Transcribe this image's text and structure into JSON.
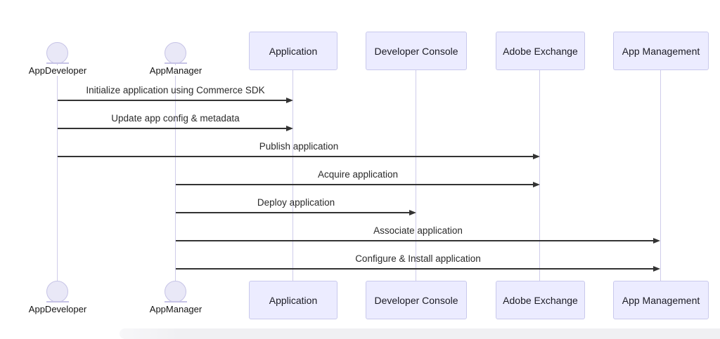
{
  "diagram": {
    "kind": "sequence-diagram",
    "actors": [
      {
        "name": "AppDeveloper",
        "shape": "circle"
      },
      {
        "name": "AppManager",
        "shape": "circle"
      },
      {
        "name": "Application",
        "shape": "box"
      },
      {
        "name": "Developer Console",
        "shape": "box"
      },
      {
        "name": "Adobe Exchange",
        "shape": "box"
      },
      {
        "name": "App Management",
        "shape": "box"
      }
    ],
    "messages": [
      {
        "from": "AppDeveloper",
        "to": "Application",
        "label": "Initialize application using Commerce SDK",
        "arrow": "solid-filled"
      },
      {
        "from": "AppDeveloper",
        "to": "Application",
        "label": "Update app config & metadata",
        "arrow": "solid-filled"
      },
      {
        "from": "AppDeveloper",
        "to": "Adobe Exchange",
        "label": "Publish application",
        "arrow": "solid-filled"
      },
      {
        "from": "AppManager",
        "to": "Adobe Exchange",
        "label": "Acquire application",
        "arrow": "solid-filled"
      },
      {
        "from": "AppManager",
        "to": "Developer Console",
        "label": "Deploy application",
        "arrow": "solid-filled"
      },
      {
        "from": "AppManager",
        "to": "App Management",
        "label": "Associate application",
        "arrow": "solid-filled"
      },
      {
        "from": "AppManager",
        "to": "App Management",
        "label": "Configure & Install application",
        "arrow": "solid-filled"
      }
    ],
    "colors": {
      "actor_fill": "#ECECFF",
      "actor_border": "#C9C9EC",
      "lifeline": "#CFCCEA",
      "message_line": "#333333",
      "text": "#1B1B24",
      "background": "#FFFFFF"
    }
  }
}
